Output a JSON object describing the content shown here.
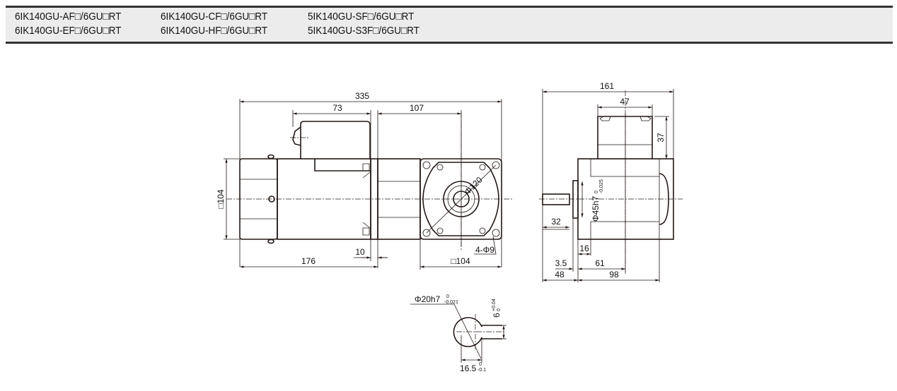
{
  "header": {
    "models": [
      [
        "6IK140GU-AF□/6GU□RT",
        "6IK140GU-CF□/6GU□RT",
        "5IK140GU-SF□/6GU□RT"
      ],
      [
        "6IK140GU-EF□/6GU□RT",
        "6IK140GU-HF□/6GU□RT",
        "5IK140GU-S3F□/6GU□RT"
      ]
    ]
  },
  "front_view": {
    "overall_length": "335",
    "terminal_box_length": "73",
    "gearhead_length": "107",
    "height": "□104",
    "flange_thickness": "10",
    "motor_length": "176",
    "gear_square": "□104",
    "pitch_circle": "Φ120",
    "mounting_holes": "4-Φ9"
  },
  "side_view": {
    "overall_width": "161",
    "terminal_box_width": "47",
    "terminal_box_height": "37",
    "pilot_diameter": "Φ45h7",
    "pilot_tolerance_upper": "0",
    "pilot_tolerance_lower": "-0.025",
    "shaft_length": "32",
    "pilot_depth": "16",
    "pilot_height": "3.5",
    "center_offset": "61",
    "shaft_projection": "48",
    "body_depth": "98"
  },
  "shaft_detail": {
    "diameter": "Φ20h7",
    "diameter_tol_upper": "0",
    "diameter_tol_lower": "-0.021",
    "key_width": "6",
    "key_tol_upper": "+0.04",
    "key_tol_lower": "0",
    "flat_depth": "16.5",
    "flat_tol_upper": "0",
    "flat_tol_lower": "-0.1"
  }
}
